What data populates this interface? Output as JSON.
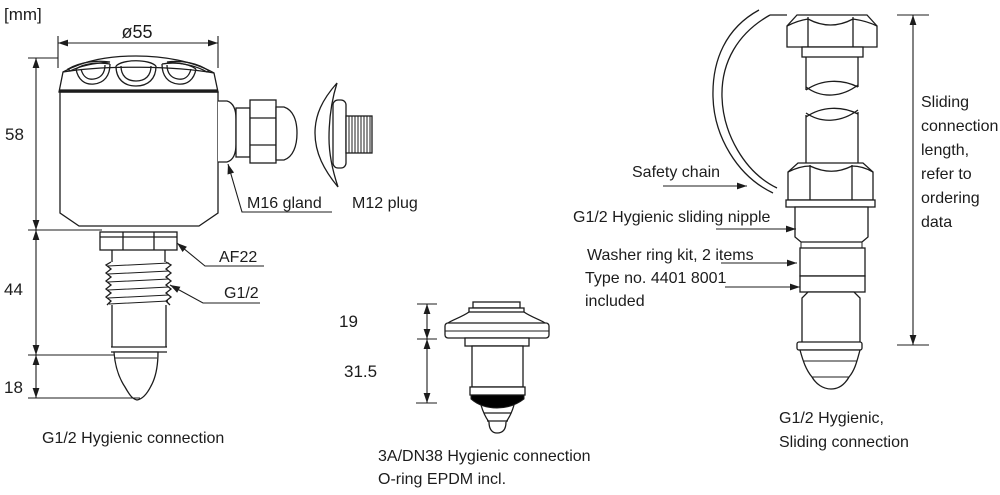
{
  "units_label": "[mm]",
  "colors": {
    "line": "#1c1c1c",
    "bg": "#ffffff",
    "oring": "#000000"
  },
  "fig_left": {
    "caption": "G1/2 Hygienic connection",
    "dia": "ø55",
    "h_head": "58",
    "h_thread": "44",
    "h_tip": "18",
    "gland": "M16 gland",
    "plug": "M12 plug",
    "wrench": "AF22",
    "thread": "G1/2"
  },
  "fig_mid": {
    "caption1": "3A/DN38 Hygienic connection",
    "caption2": "O-ring EPDM incl.",
    "d_neck": "19",
    "d_body": "31.5"
  },
  "fig_right": {
    "caption1": "G1/2 Hygienic,",
    "caption2": "Sliding connection",
    "chain": "Safety chain",
    "nipple": "G1/2 Hygienic sliding nipple",
    "washer1": "Washer ring kit, 2 items",
    "washer2": "Type no. 4401 8001",
    "washer3": "included",
    "note": [
      "Sliding",
      "connection",
      "length,",
      "refer to",
      "ordering",
      "data"
    ]
  }
}
